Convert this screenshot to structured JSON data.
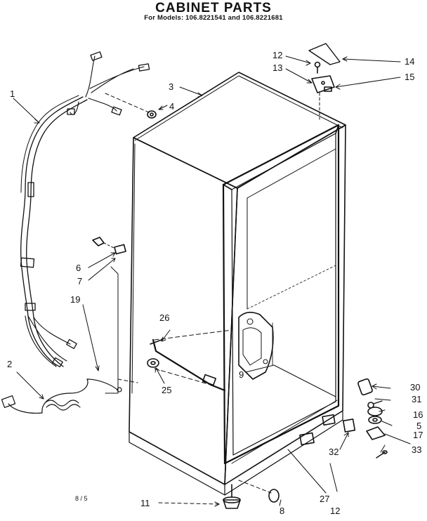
{
  "header": {
    "title": "CABINET PARTS",
    "subtitle": "For Models: 106.8221541 and 106.8221681"
  },
  "footer_code": "8 / 5",
  "labels": {
    "l1": "1",
    "l2": "2",
    "l3": "3",
    "l4": "4",
    "l5": "5",
    "l6": "6",
    "l7": "7",
    "l8": "8",
    "l9": "9",
    "l11": "11",
    "l12a": "12",
    "l12b": "12",
    "l13": "13",
    "l14": "14",
    "l15": "15",
    "l16": "16",
    "l17": "17",
    "l19": "19",
    "l25": "25",
    "l26": "26",
    "l27": "27",
    "l30": "30",
    "l31": "31",
    "l32": "32",
    "l33": "33"
  }
}
